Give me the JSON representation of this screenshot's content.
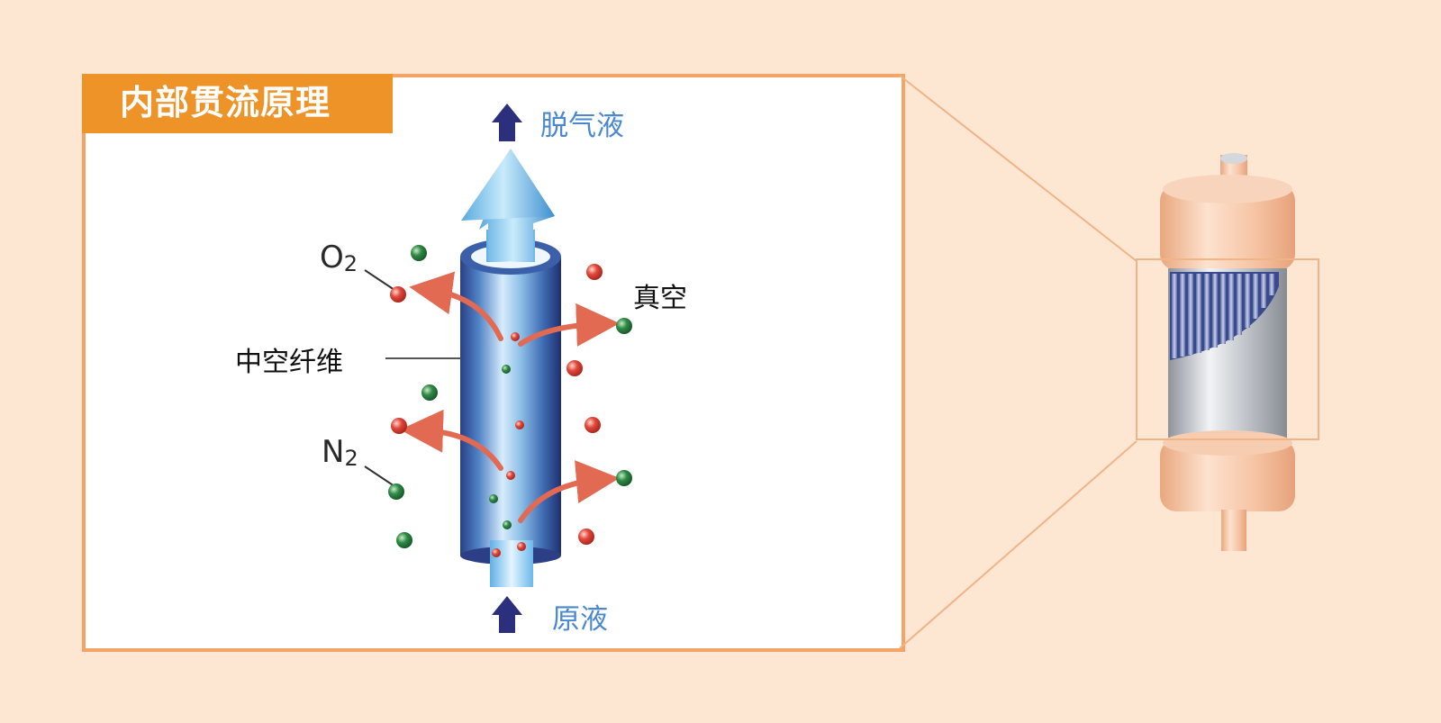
{
  "title": "内部贯流原理",
  "labels": {
    "degassed_liquid": "脱气液",
    "raw_liquid": "原液",
    "vacuum": "真空",
    "hollow_fiber": "中空纤维",
    "o2_symbol": "O",
    "o2_sub": "2",
    "n2_symbol": "N",
    "n2_sub": "2"
  },
  "colors": {
    "background": "#fde6d2",
    "accent_orange": "#ee9328",
    "panel_border": "#f3a466",
    "label_blue": "#4a88cf",
    "flow_arrow": "#2b2f7c",
    "oxygen": "#e0473a",
    "nitrogen": "#2f8a45"
  }
}
